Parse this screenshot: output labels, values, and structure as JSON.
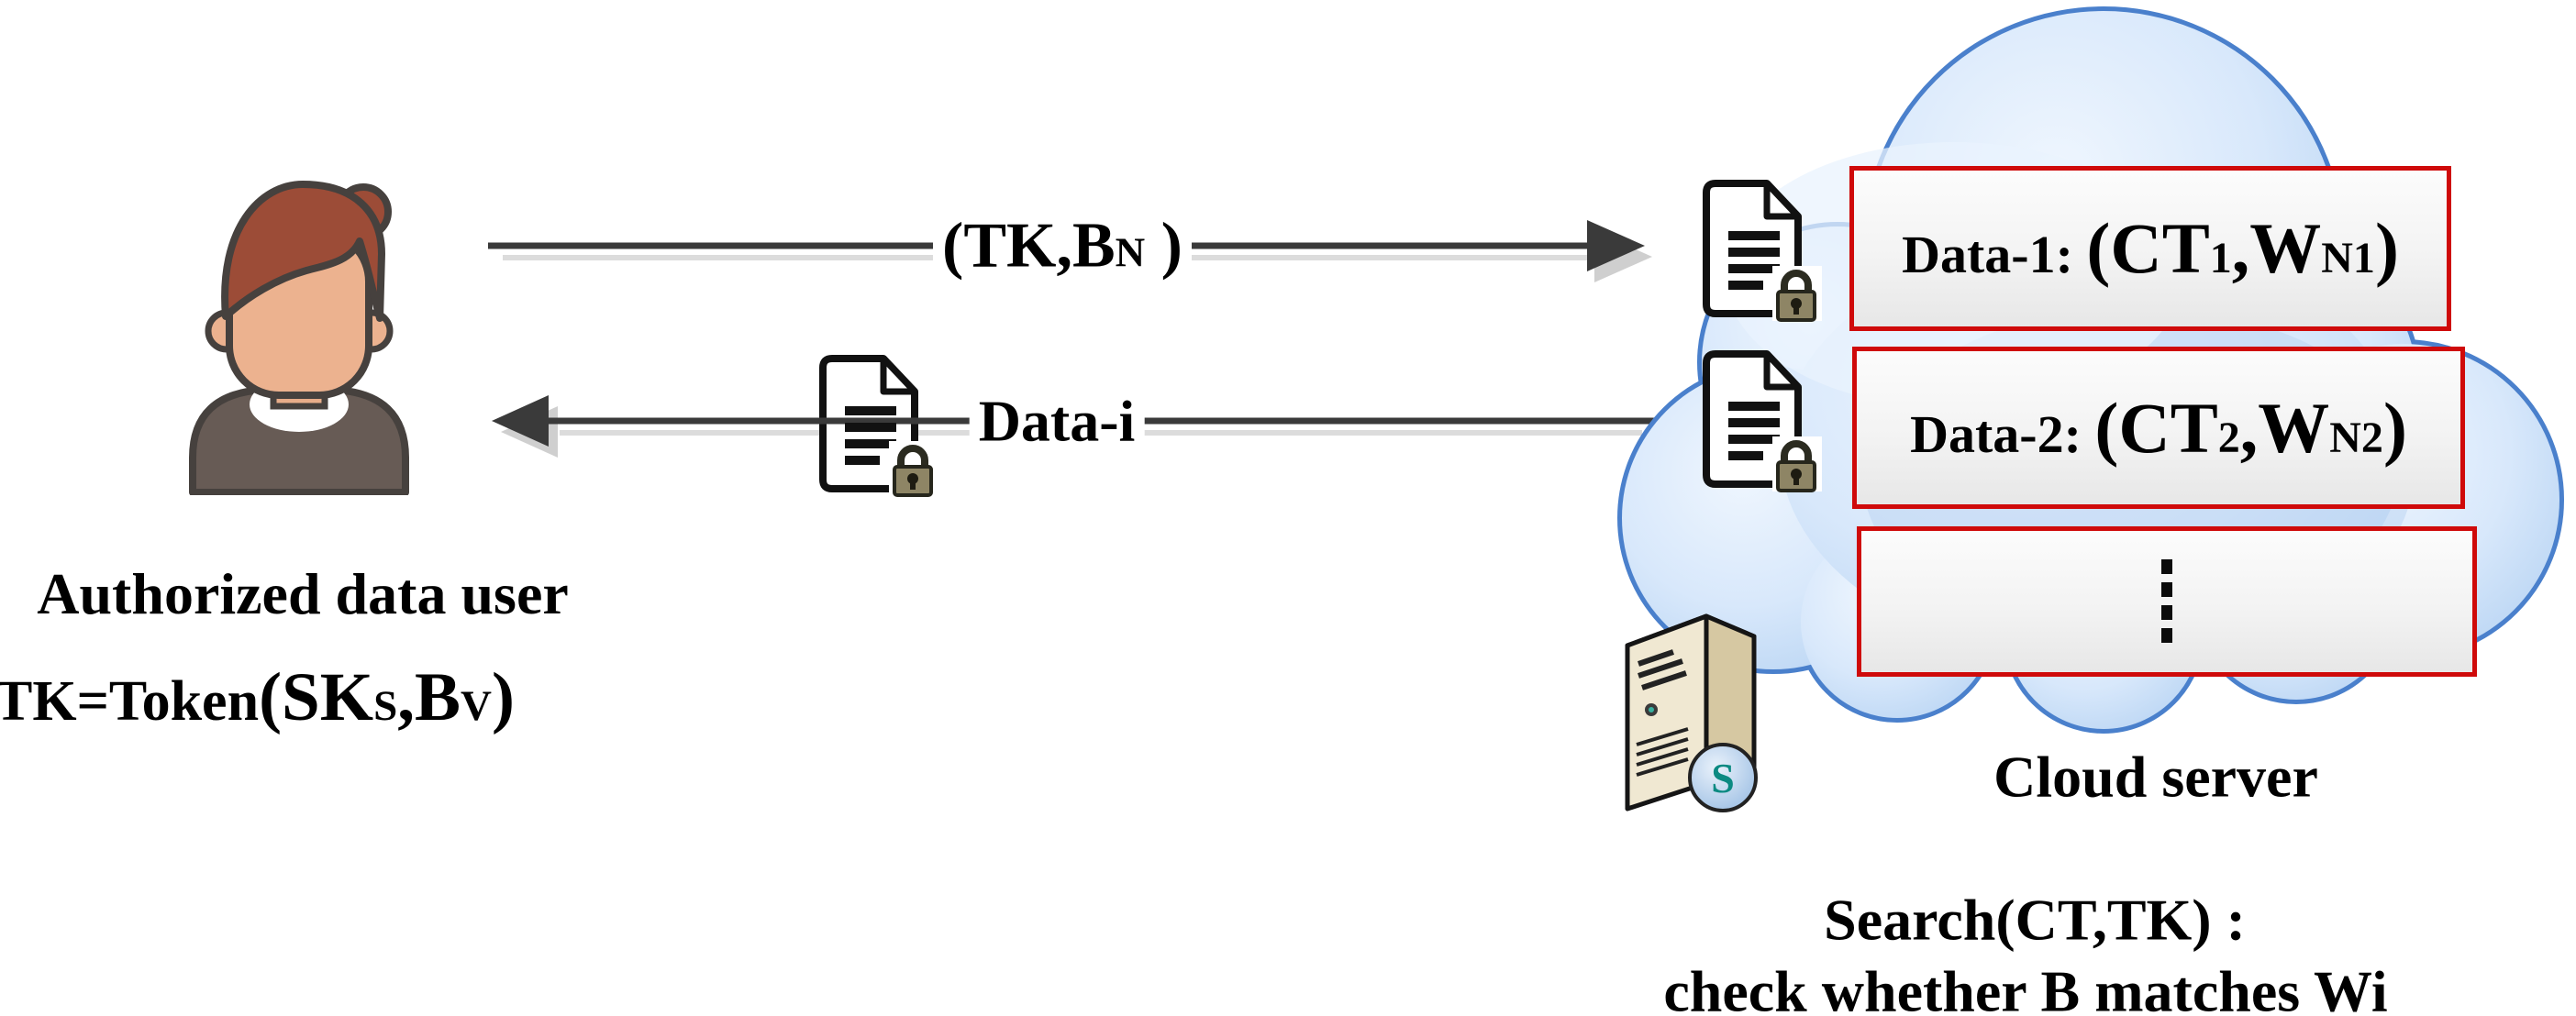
{
  "figure": {
    "user": {
      "caption": "Authorized data user",
      "token": {
        "pre": "TK=Token",
        "open": "(SK",
        "sub1": "S",
        "mid": ",B",
        "sub2": "V",
        "close": ")"
      }
    },
    "arrows": {
      "request": {
        "pre": "(TK,B",
        "sub": "N",
        "post": " )"
      },
      "response": {
        "label": "Data-i"
      }
    },
    "cloud": {
      "caption": "Cloud server",
      "boxes": [
        {
          "pre": "Data-1: ",
          "open": "(CT",
          "sub1": "1",
          "mid": ",W",
          "sub2": "N1",
          "close": ")"
        },
        {
          "pre": "Data-2: ",
          "open": "(CT",
          "sub1": "2",
          "mid": ",W",
          "sub2": "N2",
          "close": ")"
        }
      ],
      "more_icon": "vertical-ellipsis",
      "server_badge": "S"
    },
    "search": {
      "line1": "Search(CT,TK) :",
      "line2": "check whether B matches Wi"
    },
    "icons": {
      "user": "person-avatar",
      "document": "encrypted-document-icon",
      "server": "server-tower-icon",
      "cloud": "cloud-shape"
    },
    "colors": {
      "box_border": "#cf0a0a",
      "cloud_stroke": "#4a80cc",
      "cloud_fill": "#d8e8fb",
      "arrow": "#3a3a3a",
      "arrow_shadow": "#d8d8d8",
      "text": "#000000"
    }
  }
}
